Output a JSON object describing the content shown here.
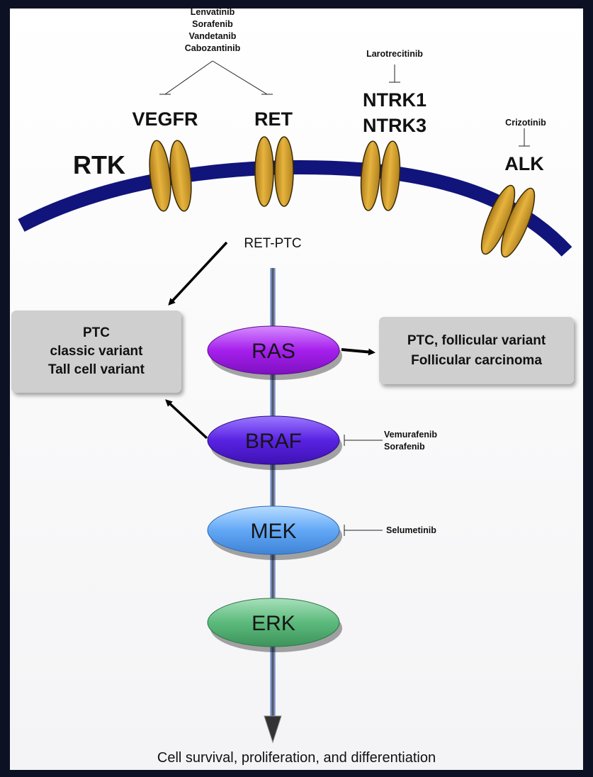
{
  "drugs": {
    "vegfr_ret": [
      "Lenvatinib",
      "Sorafenib",
      "Vandetanib",
      "Cabozantinib"
    ],
    "ntrk": "Larotrecitinib",
    "alk": "Crizotinib",
    "braf": [
      "Vemurafenib",
      "Sorafenib"
    ],
    "mek": "Selumetinib"
  },
  "receptors": {
    "rtk": "RTK",
    "vegfr": "VEGFR",
    "ret": "RET",
    "ntrk1": "NTRK1",
    "ntrk3": "NTRK3",
    "alk": "ALK",
    "ret_ptc": "RET-PTC"
  },
  "pathway": {
    "ras": "RAS",
    "braf": "BRAF",
    "mek": "MEK",
    "erk": "ERK"
  },
  "boxes": {
    "left": [
      "PTC",
      "classic variant",
      "Tall cell variant"
    ],
    "right": [
      "PTC, follicular variant",
      "Follicular carcinoma"
    ]
  },
  "outcome": "Cell survival, proliferation, and differentiation",
  "colors": {
    "membrane": "#11147a",
    "receptor": "#d8a12e",
    "ras": "#a51fe6",
    "braf": "#5b1fe0",
    "mek": "#5ea8f5",
    "erk": "#5bb77a",
    "box": "#cfcfcf"
  }
}
